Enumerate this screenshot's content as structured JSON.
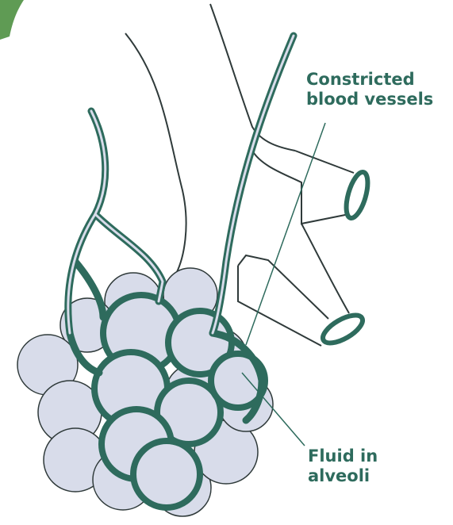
{
  "labels": {
    "constricted_line1": "Constricted",
    "constricted_line2": "blood vessels",
    "fluid_line1": "Fluid in",
    "fluid_line2": "alveoli"
  },
  "colors": {
    "vessel_stroke": "#2e6b5d",
    "vessel_fill": "#3f7f72",
    "alveolus_fill": "#d8dcea",
    "outline": "#2f3a3a",
    "corner_leaf": "#5f9b54",
    "label_text": "#2e6b5d"
  }
}
